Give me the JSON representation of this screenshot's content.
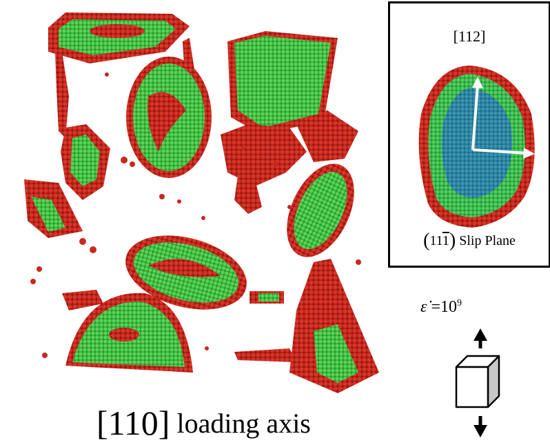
{
  "main": {
    "caption_direction": "[110]",
    "caption_text": "loading axis",
    "atom_colors": {
      "fcc": "#3fc23f",
      "surface": "#d42a20",
      "highlight": "#7be07b"
    }
  },
  "inset": {
    "direction_label": "[112]",
    "plane_index_open": "(",
    "plane_digits": "11",
    "plane_bar_digit": "1",
    "plane_index_close": ")",
    "plane_text": "Slip Plane",
    "colors": {
      "ring": "#d42a20",
      "mid": "#35b84e",
      "core": "#2a8aa8"
    }
  },
  "strain_rate": {
    "symbol": "ε̇",
    "equals": " =",
    "base": "10",
    "exponent": "9"
  }
}
